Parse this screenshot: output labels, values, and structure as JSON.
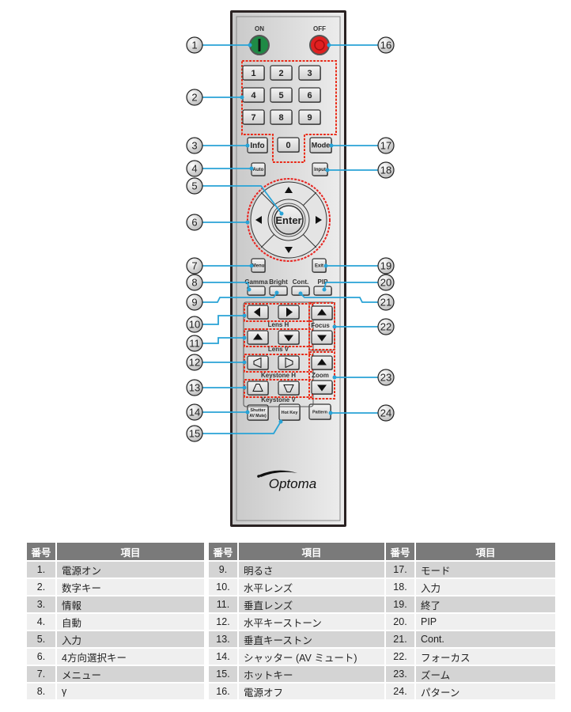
{
  "remote": {
    "brand": "Optoma",
    "power": {
      "on_label": "ON",
      "off_label": "OFF"
    },
    "number_keys": [
      "1",
      "2",
      "3",
      "4",
      "5",
      "6",
      "7",
      "8",
      "9",
      "0"
    ],
    "buttons": {
      "info": "Info",
      "mode": "Mode",
      "auto": "Auto",
      "input": "Input",
      "enter": "Enter",
      "menu": "Menu",
      "exit": "Exit",
      "gamma": "Gamma",
      "bright": "Bright",
      "cont": "Cont.",
      "pip": "PIP",
      "shutter_line1": "Shutter",
      "shutter_line2": "AV Mute)",
      "hotkey": "Hot Key",
      "pattern": "Pattern"
    },
    "group_labels": {
      "lens_h": "Lens H",
      "lens_v": "Lens V",
      "keystone_h": "Keystone H",
      "keystone_v": "Keystone V",
      "focus": "Focus",
      "zoom": "Zoom"
    }
  },
  "callouts": [
    "1",
    "2",
    "3",
    "4",
    "5",
    "6",
    "7",
    "8",
    "9",
    "10",
    "11",
    "12",
    "13",
    "14",
    "15",
    "16",
    "17",
    "18",
    "19",
    "20",
    "21",
    "22",
    "23",
    "24"
  ],
  "colors": {
    "callout_line": "#29a3d6",
    "highlight": "#e8231f",
    "power_on": "#1f8a45",
    "power_off": "#e02020",
    "table_header": "#7a7a7a"
  },
  "table": {
    "header_num": "番号",
    "header_item": "項目",
    "columns": [
      [
        {
          "num": "1.",
          "item": "電源オン"
        },
        {
          "num": "2.",
          "item": "数字キー"
        },
        {
          "num": "3.",
          "item": "情報"
        },
        {
          "num": "4.",
          "item": "自動"
        },
        {
          "num": "5.",
          "item": "入力"
        },
        {
          "num": "6.",
          "item": "4方向選択キー"
        },
        {
          "num": "7.",
          "item": "メニュー"
        },
        {
          "num": "8.",
          "item": "γ"
        }
      ],
      [
        {
          "num": "9.",
          "item": "明るさ"
        },
        {
          "num": "10.",
          "item": "水平レンズ"
        },
        {
          "num": "11.",
          "item": "垂直レンズ"
        },
        {
          "num": "12.",
          "item": "水平キーストーン"
        },
        {
          "num": "13.",
          "item": "垂直キーストン"
        },
        {
          "num": "14.",
          "item": "シャッター (AV ミュート)"
        },
        {
          "num": "15.",
          "item": "ホットキー"
        },
        {
          "num": "16.",
          "item": "電源オフ"
        }
      ],
      [
        {
          "num": "17.",
          "item": "モード"
        },
        {
          "num": "18.",
          "item": "入力"
        },
        {
          "num": "19.",
          "item": "終了"
        },
        {
          "num": "20.",
          "item": "PIP"
        },
        {
          "num": "21.",
          "item": "Cont."
        },
        {
          "num": "22.",
          "item": "フォーカス"
        },
        {
          "num": "23.",
          "item": "ズーム"
        },
        {
          "num": "24.",
          "item": "パターン"
        }
      ]
    ]
  }
}
